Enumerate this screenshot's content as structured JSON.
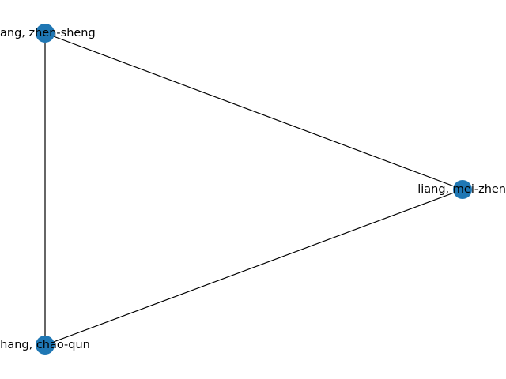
{
  "graph": {
    "node_color": "#1f77b4",
    "edge_color": "#000000",
    "nodes": [
      {
        "id": "n1",
        "label": "zhang, zhen-sheng",
        "visible_label": "ang, zhen-sheng"
      },
      {
        "id": "n2",
        "label": "liang, mei-zhen",
        "visible_label": "liang, mei-zhen"
      },
      {
        "id": "n3",
        "label": "zhang, chao-qun",
        "visible_label": "hang, chao-qun"
      }
    ],
    "edges": [
      {
        "source": "n1",
        "target": "n2"
      },
      {
        "source": "n1",
        "target": "n3"
      },
      {
        "source": "n2",
        "target": "n3"
      }
    ]
  }
}
